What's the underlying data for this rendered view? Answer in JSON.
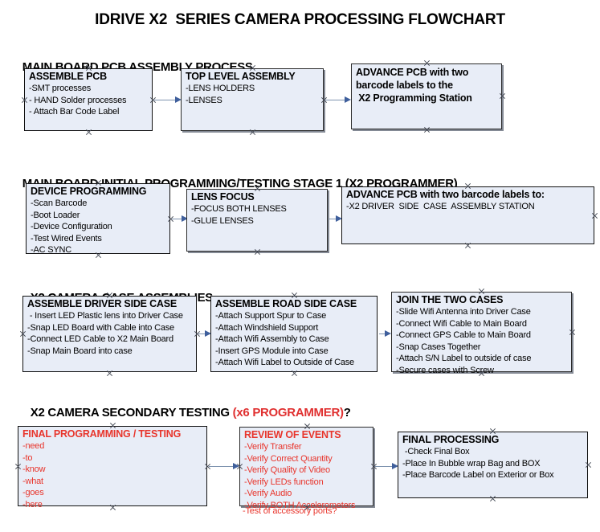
{
  "title": "IDRIVE X2  SERIES CAMERA PROCESSING FLOWCHART",
  "colors": {
    "box_fill": "#e8edf7",
    "box_border": "#111111",
    "heading_text": "#000000",
    "accent_red": "#e8352c",
    "arrow_shaft": "#7f94b0",
    "arrow_head": "#3f5f9c"
  },
  "sections": [
    {
      "heading": "MAIN BOARD PCB ASSEMBLY PROCESS",
      "heading_accent": "",
      "heading_suffix": "",
      "boxes": [
        {
          "title": "ASSEMBLE PCB",
          "lines": [
            "-SMT processes",
            "- HAND Solder processes",
            "- Attach Bar Code Label"
          ]
        },
        {
          "title": "TOP LEVEL ASSEMBLY",
          "lines": [
            "-LENS HOLDERS",
            "-LENSES"
          ]
        },
        {
          "title": "ADVANCE PCB with two",
          "lines": [
            "barcode labels to the",
            " X2 Programming Station"
          ]
        }
      ]
    },
    {
      "heading": "MAIN BOARD INITIAL PROGRAMMING/TESTING STAGE 1 (X2 PROGRAMMER)",
      "heading_accent": "",
      "heading_suffix": "",
      "boxes": [
        {
          "title": "DEVICE PROGRAMMING",
          "lines": [
            "-Scan Barcode",
            "-Boot Loader",
            "-Device Configuration",
            "-Test Wired Events",
            "-AC SYNC"
          ]
        },
        {
          "title": "LENS FOCUS",
          "lines": [
            "-FOCUS BOTH LENSES",
            "-GLUE LENSES"
          ]
        },
        {
          "title": "ADVANCE PCB with two barcode labels to:",
          "lines": [
            "-X2 DRIVER  SIDE  CASE  ASSEMBLY STATION"
          ]
        }
      ]
    },
    {
      "heading": "X2 CAMERA CASE ASSEMBLIES",
      "heading_accent": "",
      "heading_suffix": "",
      "boxes": [
        {
          "title": "ASSEMBLE DRIVER SIDE CASE",
          "lines": [
            " - Insert LED Plastic lens into Driver Case",
            "-Snap LED Board with Cable into Case",
            "-Connect LED Cable to X2 Main Board",
            "-Snap Main Board into case"
          ]
        },
        {
          "title": "ASSEMBLE ROAD SIDE CASE",
          "lines": [
            "-Attach Support Spur to Case",
            "-Attach Windshield Support",
            "-Attach Wifi Assembly to Case",
            "-Insert GPS Module into Case",
            "-Attach Wifi Label to Outside of Case"
          ]
        },
        {
          "title": "JOIN THE TWO CASES",
          "lines": [
            "-Slide Wifi Antenna into Driver Case",
            "-Connect Wifi Cable to Main Board",
            "-Connect GPS Cable to Main Board",
            "-Snap Cases Together",
            "-Attach S/N Label to outside of case",
            "-Secure cases with Screw"
          ]
        }
      ]
    },
    {
      "heading": "X2 CAMERA SECONDARY TESTING ",
      "heading_accent": "(x6 PROGRAMMER)",
      "heading_suffix": "?",
      "boxes": [
        {
          "title": "FINAL PROGRAMMING / TESTING",
          "lines": [
            "-need",
            "-to",
            "-know",
            "-what",
            "-goes",
            "-here"
          ]
        },
        {
          "title": "REVIEW OF EVENTS",
          "lines": [
            "-Verify Transfer",
            "-Verify Correct Quantity",
            "-Verify Quality of Video",
            "-Verify LEDs function",
            "-Verify Audio",
            "-Verify BOTH Accelerometers"
          ],
          "overflow_line": "-Test of accessory ports?"
        },
        {
          "title": "FINAL PROCESSING",
          "lines": [
            " -Check Final Box",
            "-Place In Bubble wrap Bag and BOX",
            "-Place Barcode Label on Exterior or Box"
          ]
        }
      ]
    }
  ]
}
